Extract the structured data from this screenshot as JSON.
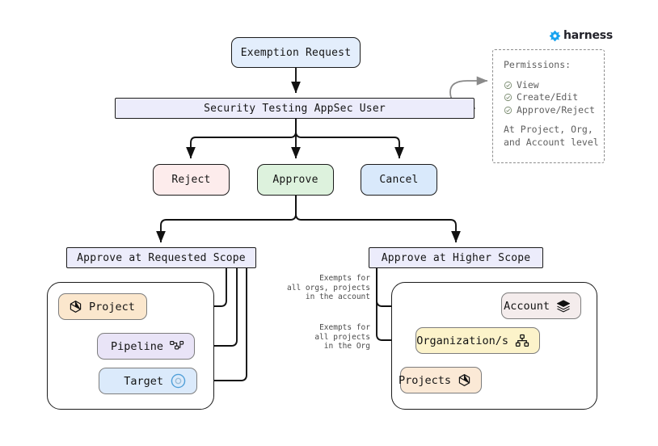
{
  "brand": {
    "name": "harness",
    "logo_icon": "harness-diamond-icon",
    "color": "#17a3f0"
  },
  "flow": {
    "start": {
      "label": "Exemption Request",
      "color": "#e3eefc"
    },
    "actor": {
      "label": "Security Testing AppSec User",
      "color": "#ececfb"
    },
    "actions": [
      {
        "id": "reject",
        "label": "Reject",
        "color": "#fdecec"
      },
      {
        "id": "approve",
        "label": "Approve",
        "color": "#ddf2dd"
      },
      {
        "id": "cancel",
        "label": "Cancel",
        "color": "#d9e9fb"
      }
    ],
    "scopes": [
      {
        "id": "requested",
        "label": "Approve at Requested Scope",
        "color": "#ececfb"
      },
      {
        "id": "higher",
        "label": "Approve at Higher Scope",
        "color": "#ececfb"
      }
    ]
  },
  "permissions": {
    "title": "Permissions:",
    "items": [
      {
        "label": "View",
        "icon": "check-circle-icon"
      },
      {
        "label": "Create/Edit",
        "icon": "check-circle-icon"
      },
      {
        "label": "Approve/Reject",
        "icon": "check-circle-icon"
      }
    ],
    "footnote_line1": "At Project, Org,",
    "footnote_line2": "and Account level"
  },
  "requested_scope_group": {
    "nodes": [
      {
        "id": "project",
        "label": "Project",
        "icon": "cube-icon",
        "color": "#fbe7cd"
      },
      {
        "id": "pipeline",
        "label": "Pipeline",
        "icon": "pipeline-icon",
        "color": "#e9e4f7"
      },
      {
        "id": "target",
        "label": "Target",
        "icon": "target-icon",
        "color": "#dbeafb"
      }
    ]
  },
  "higher_scope_group": {
    "nodes": [
      {
        "id": "account",
        "label": "Account",
        "icon": "layers-icon",
        "color": "#f4ecec"
      },
      {
        "id": "organization",
        "label": "Organization/s",
        "icon": "org-chart-icon",
        "color": "#fcf3ca"
      },
      {
        "id": "projects",
        "label": "Projects",
        "icon": "cube-icon",
        "color": "#fbe9d6"
      }
    ]
  },
  "edge_labels": {
    "account_exempt": "Exempts for\nall orgs, projects\nin the account",
    "org_exempt": "Exempts for\nall projects\nin the Org"
  }
}
